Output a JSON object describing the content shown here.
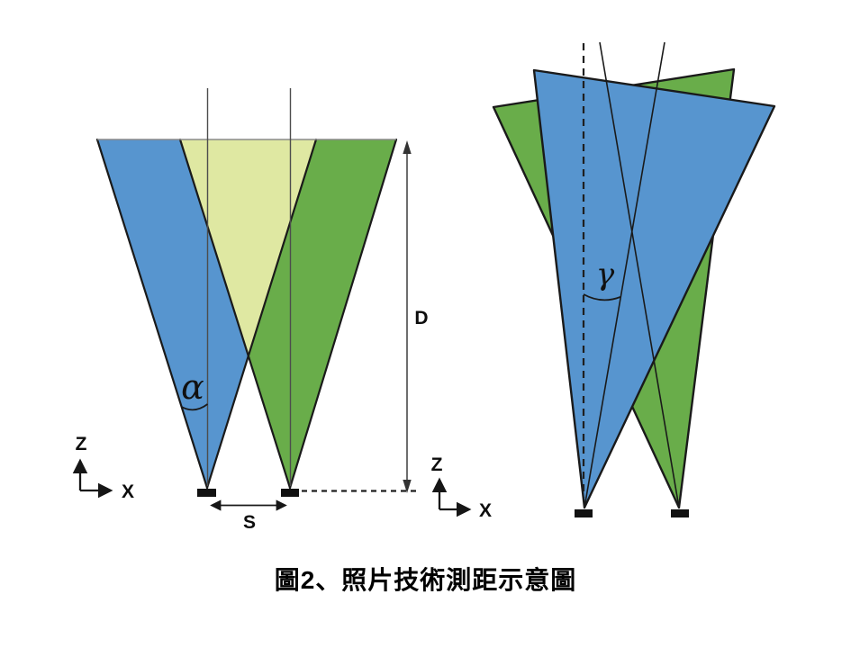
{
  "figure_caption": "圖2、照片技術測距示意圖",
  "left_panel": {
    "angle_label": "α",
    "distance_label": "D",
    "baseline_label": "S",
    "axis": {
      "z": "Z",
      "x": "X"
    }
  },
  "right_panel": {
    "angle_label": "γ",
    "axis": {
      "z": "Z",
      "x": "X"
    }
  },
  "colors": {
    "cone_blue": "#5795CF",
    "cone_green": "#69AD4A",
    "cone_overlap": "#DFE8A2",
    "outline_black": "#1a1a1a",
    "guide_gray": "#8a8a8a",
    "background": "#FFFFFF"
  }
}
